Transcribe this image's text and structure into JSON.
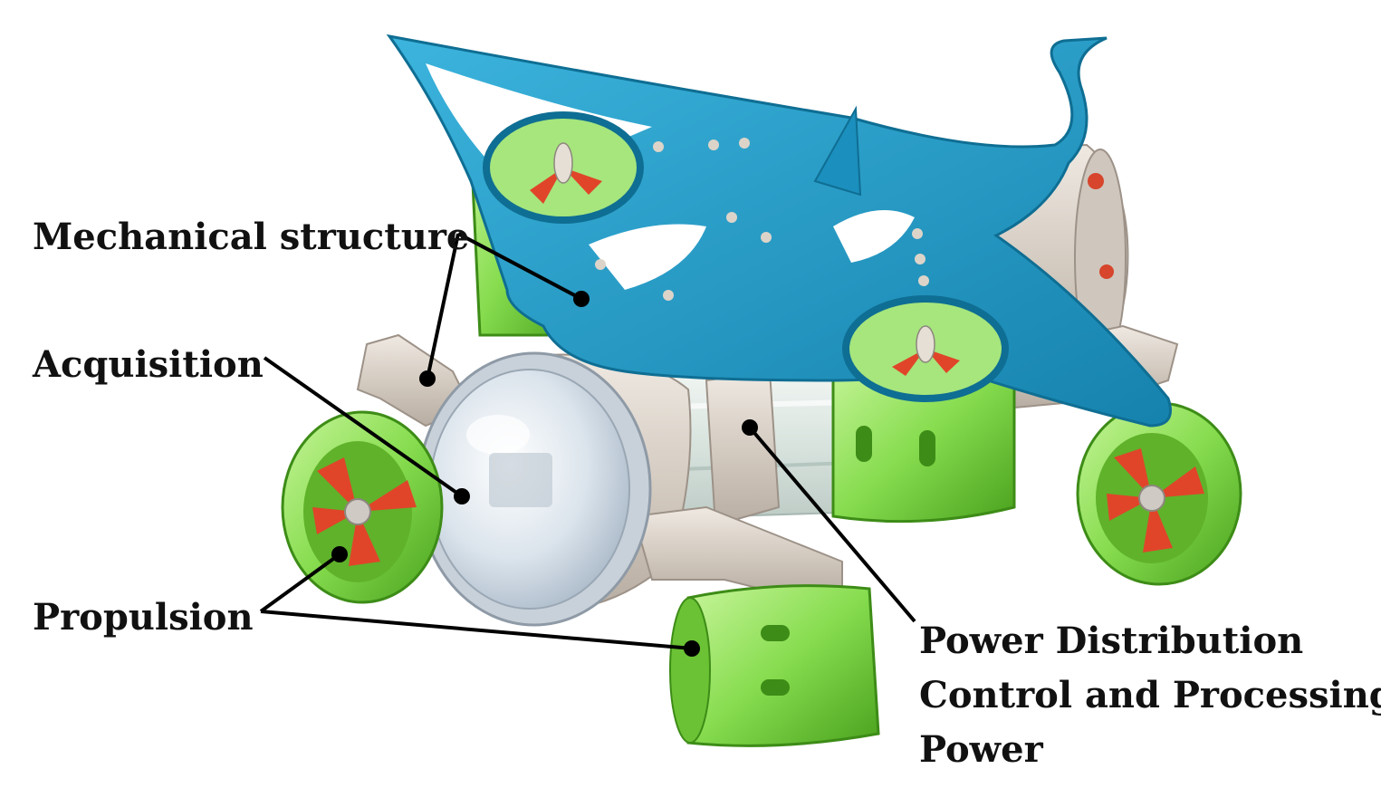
{
  "labels": {
    "mechanical": "Mechanical structure",
    "acquisition": "Acquisition",
    "propulsion": "Propulsion",
    "power_lines": [
      "Power Distribution",
      "Control and Processing",
      "Power"
    ]
  },
  "colors": {
    "frame": "#1e9ac4",
    "frame_dark": "#137aa0",
    "thruster": "#8fe05a",
    "thruster_dark": "#4aa21e",
    "propeller": "#e0452a",
    "housing": "#d8cfc6",
    "dome": "#d9e2ea",
    "leader": "#000000"
  },
  "icons": {
    "thruster": "ducted-thruster-icon",
    "dome": "camera-dome-icon",
    "frame": "manta-ray-frame-icon"
  }
}
